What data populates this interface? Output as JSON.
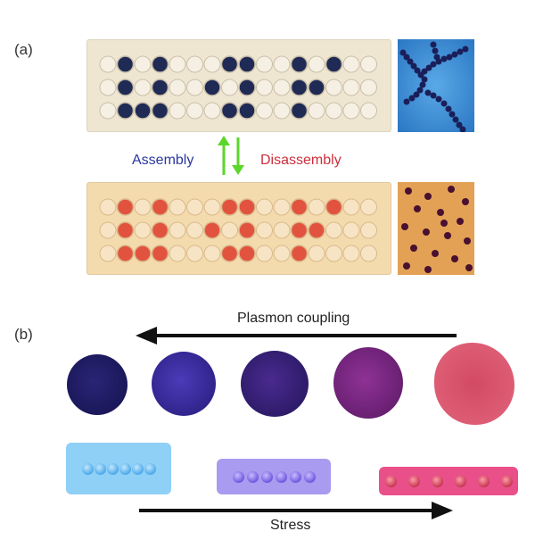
{
  "panels": {
    "a": {
      "label": "(a)"
    },
    "b": {
      "label": "(b)"
    }
  },
  "labels": {
    "assembly": "Assembly",
    "disassembly": "Disassembly",
    "plasmon_coupling": "Plasmon coupling",
    "stress": "Stress"
  },
  "colors": {
    "assembly_text": "#2a37a0",
    "disassembly_text": "#cc2f3c",
    "arrow_green": "#5bd62a",
    "aggregated_well": "#1f2a55",
    "dispersed_well": "#e2533f"
  }
}
